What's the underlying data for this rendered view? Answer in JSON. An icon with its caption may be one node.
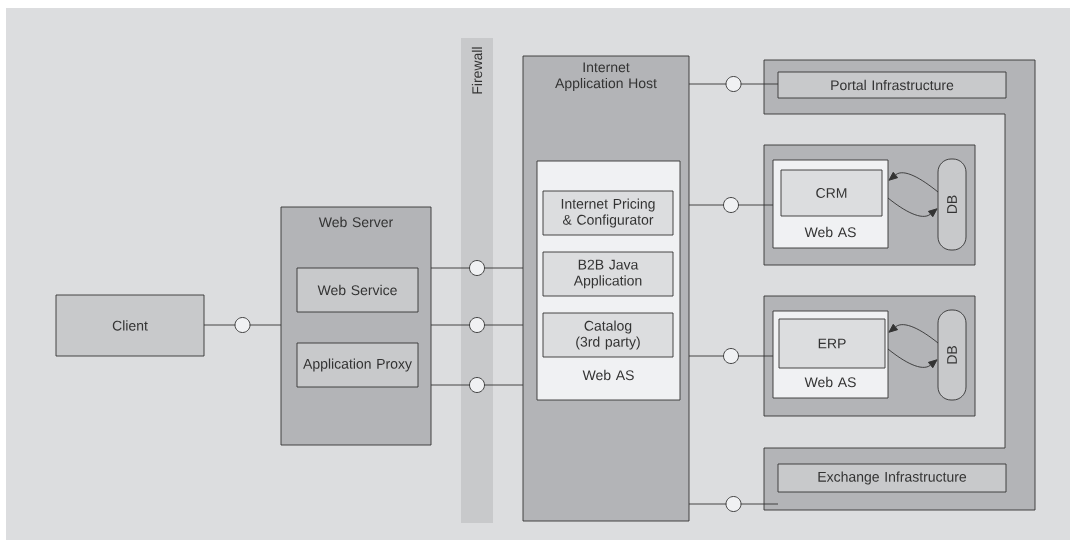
{
  "diagram": {
    "nodes": [
      {
        "text": [
          "Client"
        ]
      },
      {
        "text": [
          "Web Server"
        ]
      },
      {
        "text": [
          "Web Service"
        ],
        "in": 1
      },
      {
        "text": [
          "Application Proxy"
        ],
        "in": 1
      },
      {
        "text": [
          "Internet Application Host"
        ]
      },
      {
        "text": [
          "Web AS"
        ],
        "in": 4
      },
      {
        "text": [
          "Internet Pricing & Configurator"
        ],
        "in": 5
      },
      {
        "text": [
          "B2B Java Application"
        ],
        "in": 5
      },
      {
        "text": [
          "Catalog (3rd party)"
        ],
        "in": 5
      },
      {
        "text": [
          "Portal Infrastructure"
        ]
      },
      {
        "text": [],
        "shape": "box"
      },
      {
        "text": [
          "Web AS"
        ],
        "in": 10
      },
      {
        "text": [
          "CRM"
        ],
        "in": 11
      },
      {
        "text": [
          "DB"
        ],
        "in": 10
      },
      {
        "text": [],
        "shape": "box"
      },
      {
        "text": [
          "Web AS"
        ],
        "in": 14
      },
      {
        "text": [
          "ERP"
        ],
        "in": 15
      },
      {
        "text": [
          "DB"
        ],
        "in": 14
      },
      {
        "text": [
          "Exchange Infrastructure"
        ]
      }
    ],
    "edges": [
      {
        "from": 0,
        "to": 1,
        "arrow": "none"
      },
      {
        "from": 1,
        "to": 4,
        "arrow": "none"
      },
      {
        "from": 1,
        "to": 4,
        "arrow": "none"
      },
      {
        "from": 1,
        "to": 4,
        "arrow": "none"
      },
      {
        "from": 4,
        "to": 9,
        "arrow": "none"
      },
      {
        "from": 4,
        "to": 11,
        "arrow": "none"
      },
      {
        "from": 4,
        "to": 15,
        "arrow": "none"
      },
      {
        "from": 4,
        "to": 18,
        "arrow": "none"
      },
      {
        "from": 13,
        "to": 11,
        "arrow": "to"
      },
      {
        "from": 11,
        "to": 13,
        "arrow": "to"
      },
      {
        "from": 17,
        "to": 15,
        "arrow": "to"
      },
      {
        "from": 15,
        "to": 17,
        "arrow": "to"
      }
    ],
    "labels": [
      "Firewall"
    ]
  }
}
